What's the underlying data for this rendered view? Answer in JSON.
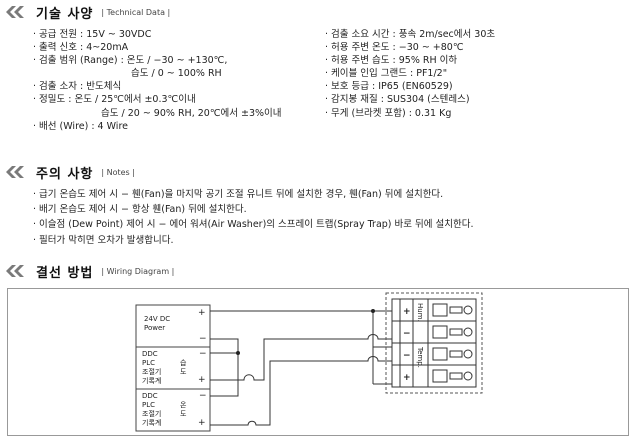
{
  "sections": {
    "spec": {
      "title": "기술 사양",
      "subtitle": "| Technical Data |"
    },
    "notes": {
      "title": "주의 사항",
      "subtitle": "| Notes |"
    },
    "wiring": {
      "title": "결선 방법",
      "subtitle": "| Wiring Diagram |"
    }
  },
  "spec_left": [
    "· 공급 전원 : 15V ~ 30VDC",
    "· 출력 신호 : 4~20mA",
    "· 검출 범위 (Range) :  온도 / −30 ~ +130℃,",
    "습도 / 0 ~ 100% RH",
    "· 검출 소자 : 반도체식",
    "· 정밀도 : 온도 / 25℃에서 ±0.3℃이내",
    "습도 / 20 ~ 90% RH, 20℃에서 ±3%이내",
    "· 배선 (Wire) : 4 Wire"
  ],
  "spec_right": [
    "· 검출 소요 시간 : 풍속 2m/sec에서 30초",
    "· 허용 주변 온도 : −30 ~ +80℃",
    "· 허용 주변 습도 : 95% RH 이하",
    "· 케이블 인입 그랜드 : PF1/2\"",
    "· 보호 등급 : IP65 (EN60529)",
    "· 감지봉 재질 : SUS304 (스텐레스)",
    "· 무게 (브라켓 포함) : 0.31 Kg"
  ],
  "notes_items": [
    "· 급기 온습도 제어 시 − 휀(Fan)을 마지막 공기 조절 유니트 뒤에 설치한 경우, 휀(Fan) 뒤에 설치한다.",
    "· 배기 온습도 제어 시 − 항상 휀(Fan) 뒤에 설치한다.",
    "· 이슬점 (Dew Point) 제어 시 − 에어 워셔(Air Washer)의 스프레이 트랩(Spray Trap) 바로 뒤에 설치한다.",
    "· 필터가 막히면 오차가 발생합니다."
  ],
  "wiring": {
    "power": {
      "line1": "24V DC",
      "line2": "Power",
      "plus": "+",
      "minus": "−"
    },
    "humid_ctrl": {
      "l1": "DDC",
      "l2": "PLC",
      "l3": "조절기",
      "l4": "기록계",
      "c1": "습",
      "c2": "도",
      "minus": "−",
      "plus": "+"
    },
    "temp_ctrl": {
      "l1": "DDC",
      "l2": "PLC",
      "l3": "조절기",
      "l4": "기록계",
      "c1": "온",
      "c2": "도",
      "minus": "−",
      "plus": "+"
    },
    "terminal_signs": [
      "+",
      "−",
      "−",
      "+"
    ],
    "hum_label": "Hum.",
    "temp_label": "Temp."
  }
}
